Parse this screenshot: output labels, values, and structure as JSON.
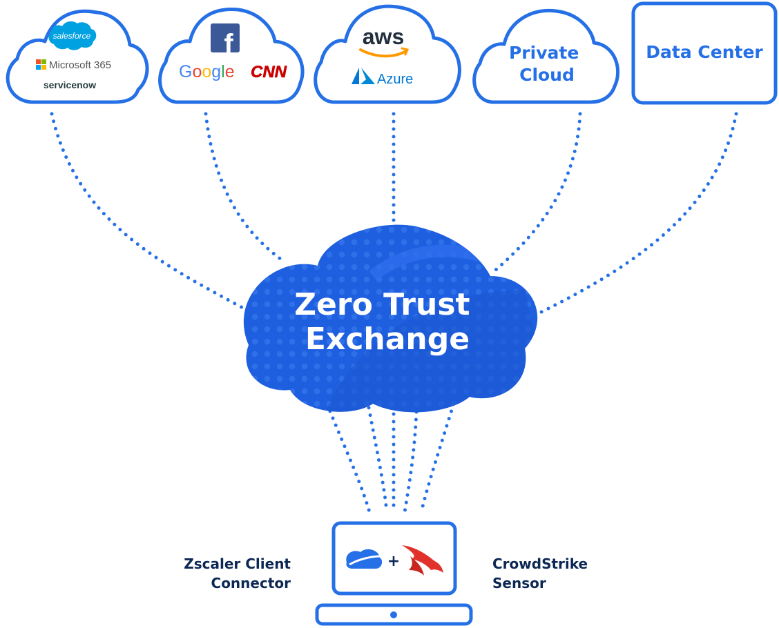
{
  "colors": {
    "accent": "#2570e6",
    "cloud_fill": "#1e5fe0",
    "dark_text": "#0c2754",
    "crowdstrike": "#e0322b",
    "ms_red": "#f25022",
    "ms_green": "#7fba00",
    "ms_blue": "#00a4ef",
    "ms_yellow": "#ffb900",
    "facebook": "#3b5998",
    "salesforce": "#00a1e0",
    "aws_orange": "#ff9900",
    "azure": "#0078d4"
  },
  "clouds": {
    "saas": {
      "salesforce": "salesforce",
      "microsoft": "Microsoft 365",
      "servicenow": "servicenow"
    },
    "internet": {
      "facebook_glyph": "f",
      "google": [
        "G",
        "o",
        "o",
        "g",
        "l",
        "e"
      ],
      "cnn": "CNN"
    },
    "iaas": {
      "aws": "aws",
      "azure": "Azure"
    },
    "private_cloud": {
      "line1": "Private",
      "line2": "Cloud"
    },
    "data_center": {
      "label": "Data Center"
    }
  },
  "hub": {
    "line1": "Zero Trust",
    "line2": "Exchange"
  },
  "endpoint": {
    "plus": "+",
    "left_label": [
      "Zscaler Client",
      "Connector"
    ],
    "right_label": [
      "CrowdStrike",
      "Sensor"
    ]
  },
  "icons": {
    "zscaler": "zscaler-logo-icon",
    "crowdstrike": "crowdstrike-falcon-icon",
    "microsoft": "microsoft-logo-icon",
    "salesforce": "salesforce-cloud-icon",
    "facebook": "facebook-logo-icon",
    "aws": "aws-smile-icon",
    "azure": "azure-logo-icon"
  }
}
